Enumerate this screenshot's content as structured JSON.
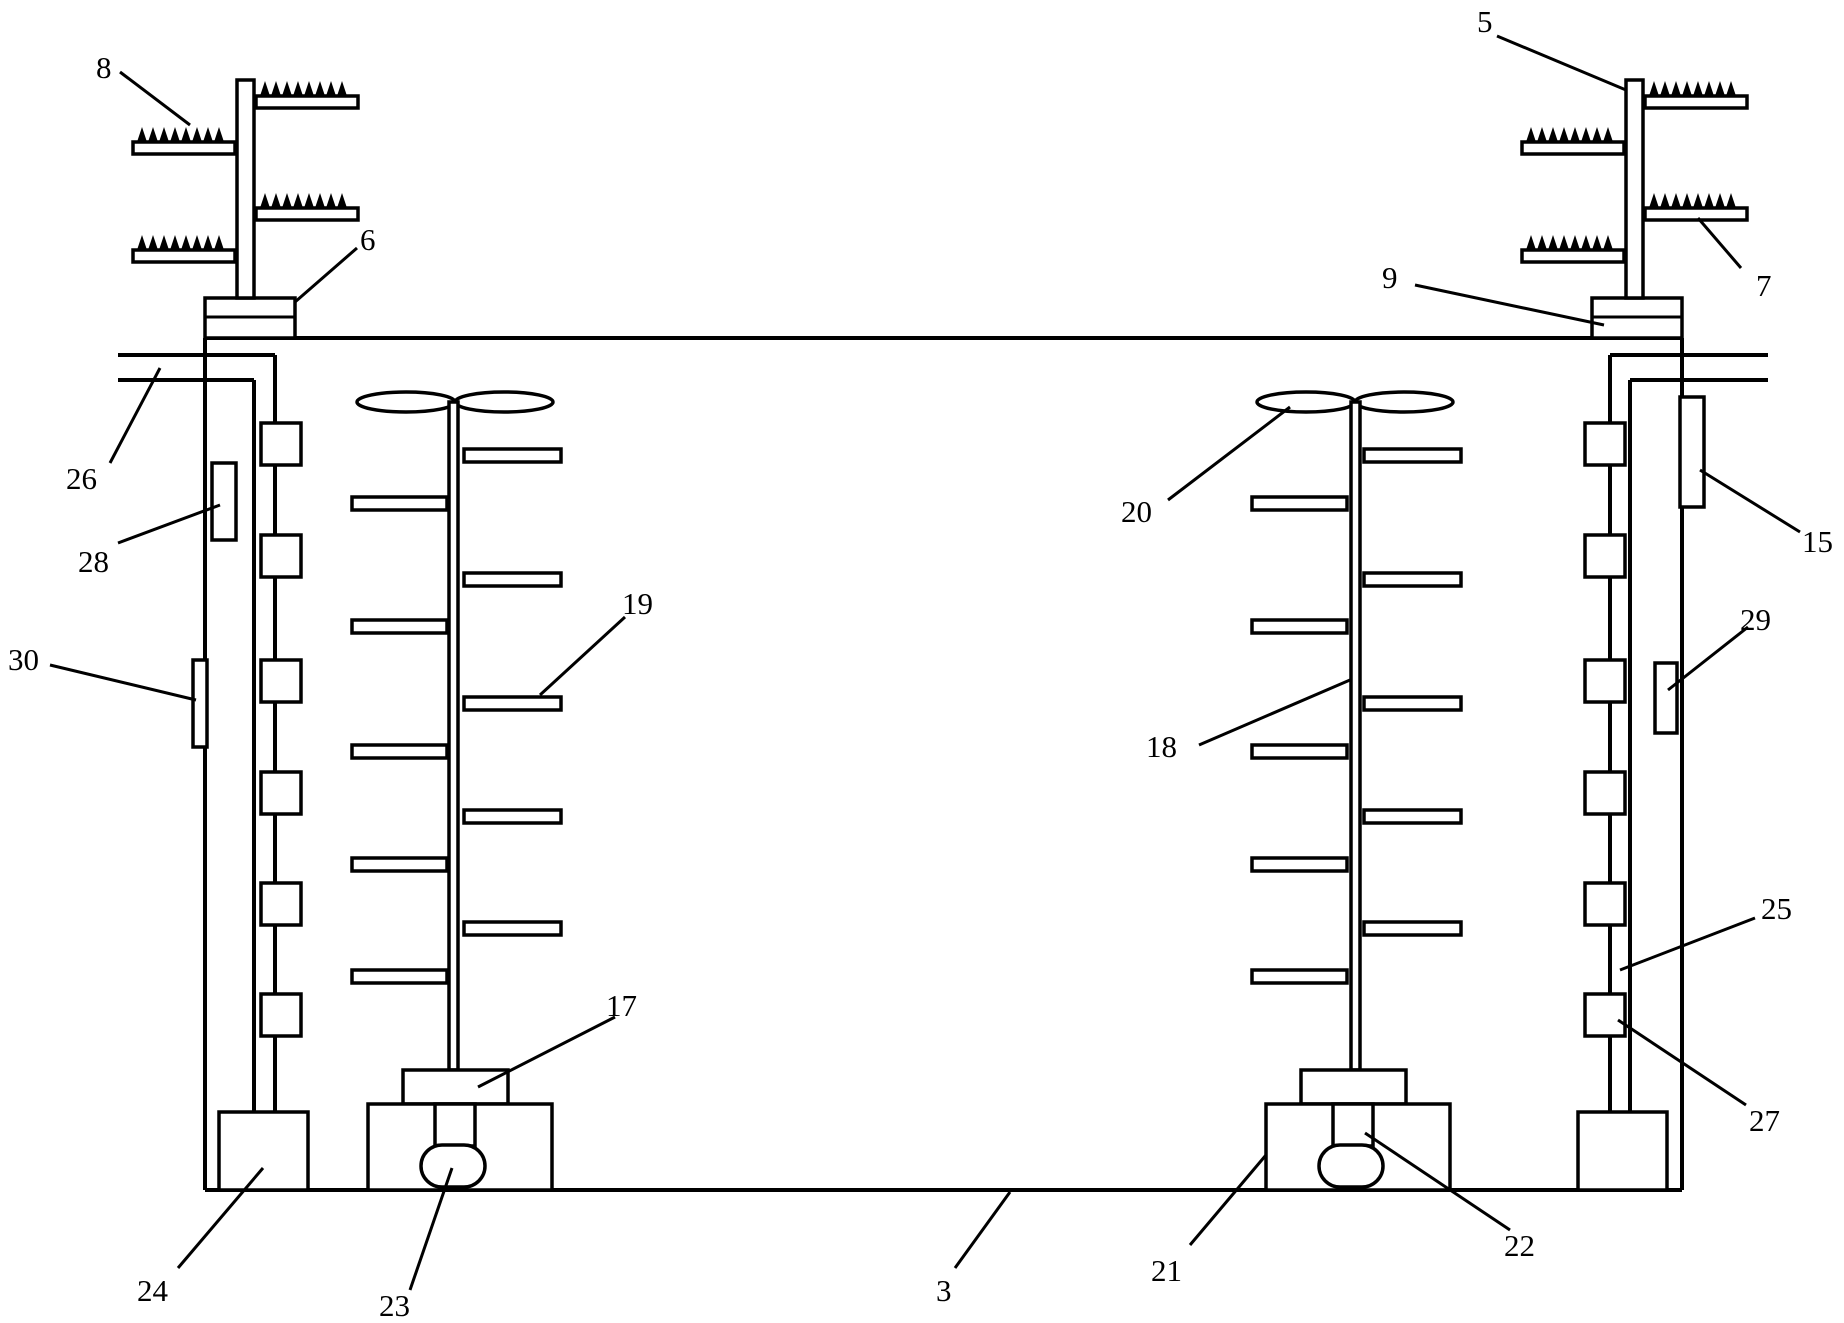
{
  "figure": {
    "labels": [
      {
        "id": "5",
        "text": "5"
      },
      {
        "id": "6",
        "text": "6"
      },
      {
        "id": "7",
        "text": "7"
      },
      {
        "id": "8",
        "text": "8"
      },
      {
        "id": "9",
        "text": "9"
      },
      {
        "id": "26",
        "text": "26"
      },
      {
        "id": "28",
        "text": "28"
      },
      {
        "id": "30",
        "text": "30"
      },
      {
        "id": "19",
        "text": "19"
      },
      {
        "id": "20",
        "text": "20"
      },
      {
        "id": "15",
        "text": "15"
      },
      {
        "id": "29",
        "text": "29"
      },
      {
        "id": "18",
        "text": "18"
      },
      {
        "id": "25",
        "text": "25"
      },
      {
        "id": "17",
        "text": "17"
      },
      {
        "id": "27",
        "text": "27"
      },
      {
        "id": "24",
        "text": "24"
      },
      {
        "id": "23",
        "text": "23"
      },
      {
        "id": "3",
        "text": "3"
      },
      {
        "id": "21",
        "text": "21"
      },
      {
        "id": "22",
        "text": "22"
      }
    ]
  }
}
